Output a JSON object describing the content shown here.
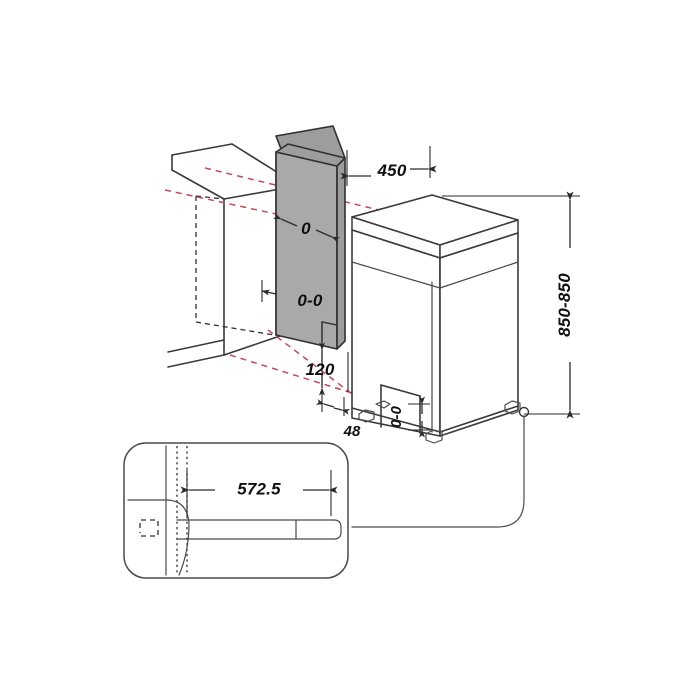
{
  "drawing": {
    "title": "Freestanding slimline dishwasher installation dimension drawing",
    "units": "mm",
    "background_color": "#ffffff",
    "line_color": "#3a3a3a",
    "panel_color": "#a9a9a9",
    "axis_line_color": "#c2495a"
  },
  "dimensions": {
    "niche_width": "450",
    "height_range": "850-850",
    "depth": "572.5",
    "plinth_offset": "120",
    "foot_clearance": "48",
    "panel_width": "0",
    "panel_height": "0-0",
    "base_depth": "0-0"
  },
  "labels": {
    "width_450": "450",
    "height_850": "850-850",
    "depth_5725": "572.5",
    "offset_120": "120",
    "clearance_48": "48",
    "panel_w": "0",
    "panel_h": "0-0",
    "base_vert": "0-0"
  },
  "parts": {
    "cabinet_surround": "cabinet-surround-wireframe",
    "door_panel": "shaded-door-panel",
    "appliance": "dishwasher-body",
    "detail_inset": "plan-view-detail"
  }
}
